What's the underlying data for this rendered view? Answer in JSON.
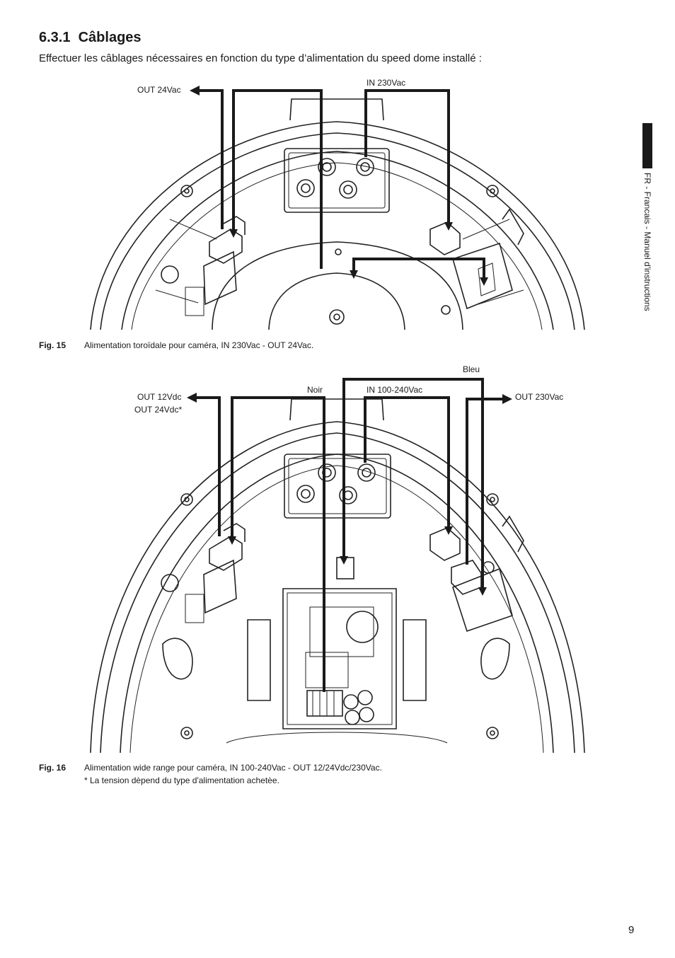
{
  "section": {
    "number": "6.3.1",
    "title": "Câblages"
  },
  "intro": "Effectuer les câblages nécessaires en fonction du type d’alimentation du speed dome installé :",
  "fig15": {
    "labels": {
      "out": "OUT 24Vac",
      "in": "IN 230Vac"
    },
    "caption_label": "Fig. 15",
    "caption": "Alimentation toroïdale pour caméra, IN 230Vac - OUT 24Vac."
  },
  "fig16": {
    "labels": {
      "out_dc_line1": "OUT 12Vdc",
      "out_dc_line2": "OUT 24Vdc*",
      "noir": "Noir",
      "bleu": "Bleu",
      "in": "IN 100-240Vac",
      "out_ac": "OUT 230Vac"
    },
    "caption_label": "Fig. 16",
    "caption_line1": "Alimentation wide range pour caméra, IN 100-240Vac - OUT 12/24Vdc/230Vac.",
    "caption_line2": "* La tension dèpend du type d'alimentation achetèe."
  },
  "side_tab": "FR - Francais - Manuel d'instructions",
  "page_number": "9"
}
